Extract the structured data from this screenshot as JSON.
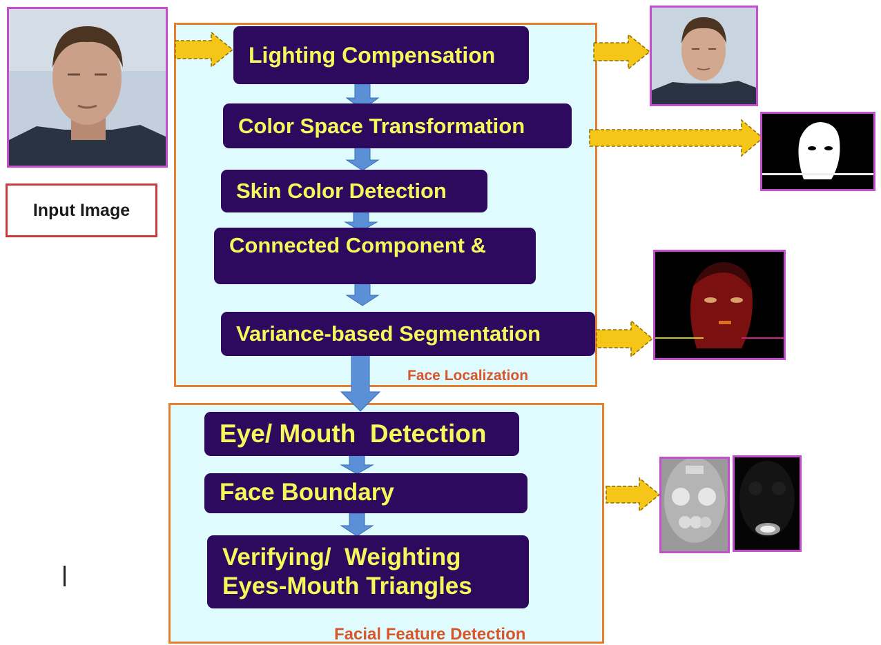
{
  "input": {
    "label": "Input Image"
  },
  "panels": {
    "face_localization": {
      "label": "Face Localization"
    },
    "facial_feature_detection": {
      "label": "Facial Feature Detection"
    }
  },
  "steps": {
    "lighting": "Lighting Compensation",
    "color_space": "Color Space Transformation",
    "skin": "Skin Color Detection",
    "connected": "Connected Component &",
    "variance": "Variance-based Segmentation",
    "eye_mouth": "Eye/ Mouth  Detection",
    "face_boundary": "Face Boundary",
    "verify_line1": "Verifying/  Weighting",
    "verify_line2": "Eyes-Mouth Triangles"
  },
  "colors": {
    "panel_fill": "#dffbfd",
    "panel_border": "#e67e2e",
    "step_fill": "#2e0a5e",
    "step_text": "#f7f75c",
    "arrow_fill": "#f5c518",
    "down_arrow": "#5b8fd6",
    "thumb_border": "#c44ccf",
    "label_border": "#cc3b3b"
  }
}
